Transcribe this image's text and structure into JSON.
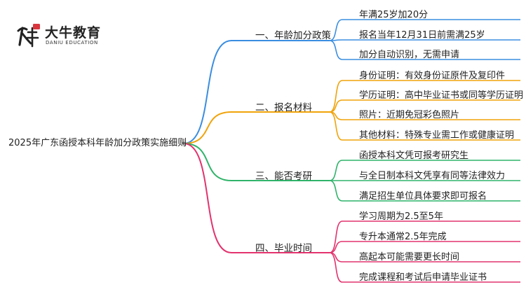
{
  "logo": {
    "name_cn": "大牛教育",
    "name_en": "DANIU EDUCATION"
  },
  "root": "2025年广东函授本科年龄加分政策实施细则",
  "colors": {
    "branch1": "#3a8de0",
    "branch2": "#f0a30a",
    "branch3": "#2fb36a",
    "branch4": "#e2336e",
    "logo_red": "#d9363e"
  },
  "branches": [
    {
      "label": "一、年龄加分政策",
      "items": [
        "年满25岁加20分",
        "报名当年12月31日前需满25岁",
        "加分自动识别，无需申请"
      ]
    },
    {
      "label": "二、报名材料",
      "items": [
        "身份证明：有效身份证原件及复印件",
        "学历证明：高中毕业证书或同等学历证明",
        "照片：近期免冠彩色照片",
        "其他材料：特殊专业需工作或健康证明"
      ]
    },
    {
      "label": "三、能否考研",
      "items": [
        "函授本科文凭可报考研究生",
        "与全日制本科文凭享有同等法律效力",
        "满足招生单位具体要求即可报名"
      ]
    },
    {
      "label": "四、毕业时间",
      "items": [
        "学习周期为2.5至5年",
        "专升本通常2.5年完成",
        "高起本可能需要更长时间",
        "完成课程和考试后申请毕业证书"
      ]
    }
  ]
}
